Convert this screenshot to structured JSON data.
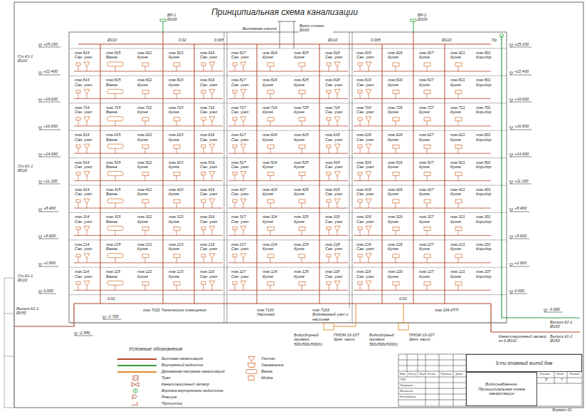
{
  "diagram": {
    "title": "Принципиальная схема канализации",
    "nodes": [
      {
        "text": [
          "9-ти этажный жилой дом"
        ]
      },
      {
        "text": [
          "Водоснабжение. Принципиальная схема канализации"
        ]
      }
    ],
    "labels": [
      "пом.914 Сан. узел",
      "пом.915 Ванна",
      "пом.922 Кухня",
      "пом.923 Кухня",
      "пом.916 Сан. узел",
      "пом.917 Сан. узел",
      "пом.924 Кухня",
      "пом.925 Кухня",
      "пом.918 Сан. узел",
      "пом.919 Сан. узел",
      "пом.926 Кухня",
      "пом.927 Кухня",
      "пом.921 Кухня",
      "пом.901 Коридор",
      "пом.814 Сан. узел",
      "пом.815 Ванна",
      "пом.822 Кухня",
      "пом.823 Кухня",
      "пом.816 Сан. узел",
      "пом.817 Сан. узел",
      "пом.824 Кухня",
      "пом.825 Кухня",
      "пом.818 Сан. узел",
      "пом.819 Сан. узел",
      "пом.826 Кухня",
      "пом.827 Кухня",
      "пом.821 Кухня",
      "пом.801 Коридор",
      "пом.714 Сан. узел",
      "пом.715 Ванна",
      "пом.722 Кухня",
      "пом.723 Кухня",
      "пом.716 Сан. узел",
      "пом.717 Сан. узел",
      "пом.724 Кухня",
      "пом.725 Кухня",
      "пом.718 Сан. узел",
      "пом.719 Сан. узел",
      "пом.726 Кухня",
      "пом.727 Кухня",
      "пом.721 Кухня",
      "пом.701 Коридор",
      "пом.614 Сан. узел",
      "пом.615 Ванна",
      "пом.622 Кухня",
      "пом.623 Кухня",
      "пом.616 Сан. узел",
      "пом.617 Сан. узел",
      "пом.624 Кухня",
      "пом.625 Кухня",
      "пом.618 Сан. узел",
      "пом.619 Сан. узел",
      "пом.626 Кухня",
      "пом.627 Кухня",
      "пом.621 Кухня",
      "пом.601 Коридор",
      "пом.514 Сан. узел",
      "пом.515 Ванна",
      "пом.522 Кухня",
      "пом.523 Кухня",
      "пом.516 Сан. узел",
      "пом.517 Сан. узел",
      "пом.524 Кухня",
      "пом.525 Кухня",
      "пом.518 Сан. узел",
      "пом.519 Сан. узел",
      "пом.526 Кухня",
      "пом.527 Кухня",
      "пом.521 Кухня",
      "пом.501 Коридор",
      "пом.414 Сан. узел",
      "пом.415 Ванна",
      "пом.422 Кухня",
      "пом.423 Кухня",
      "пом.416 Сан. узел",
      "пом.417 Сан. узел",
      "пом.424 Кухня",
      "пом.425 Кухня",
      "пом.418 Сан. узел",
      "пом.419 Сан. узел",
      "пом.426 Кухня",
      "пом.427 Кухня",
      "пом.421 Кухня",
      "пом.401 Коридор",
      "пом.314 Сан. узел",
      "пом.315 Ванна",
      "пом.322 Кухня",
      "пом.323 Кухня",
      "пом.316 Сан. узел",
      "пом.317 Сан. узел",
      "пом.324 Кухня",
      "пом.325 Кухня",
      "пом.318 Сан. узел",
      "пом.319 Сан. узел",
      "пом.326 Кухня",
      "пом.327 Кухня",
      "пом.321 Кухня",
      "пом.301 Коридор",
      "пом.214 Сан. узел",
      "пом.215 Ванна",
      "пом.222 Кухня",
      "пом.223 Кухня",
      "пом.216 Сан. узел",
      "пом.217 Сан. узел",
      "пом.224 Кухня",
      "пом.225 Кухня",
      "пом.218 Сан. узел",
      "пом.219 Сан. узел",
      "пом.226 Кухня",
      "пом.227 Кухня",
      "пом.221 Кухня",
      "пом.201 Коридор",
      "пом.114 Сан. узел",
      "пом.115 Ванна",
      "пом.122 Кухня",
      "пом.123 Кухня",
      "пом.116 Сан. узел",
      "пом.117 Сан. узел",
      "пом.124 Кухня",
      "пом.125 Кухня",
      "пом.118 Сан. узел",
      "пом.119 Сан. узел",
      "пом.126 Кухня",
      "пом.127 Кухня",
      "пом.121 Кухня",
      "пом.107 Коридор",
      "+25.200",
      "+22.400",
      "+19.600",
      "+16.800",
      "+14.000",
      "+11.200",
      "+8.400",
      "+5.600",
      "+2.800",
      "0.000",
      "-2.700",
      "-2.850",
      "+25.200",
      "+22.400",
      "+19.600",
      "+16.800",
      "+14.000",
      "+11.200",
      "+8.400",
      "+5.600",
      "+2.800",
      "0.000",
      "-3.000",
      "Ст.К1-1 Ø110",
      "Ст.К1-1 Ø110",
      "Ст.К1-1 Ø110",
      "Ø110",
      "0.02",
      "0.005",
      "Ø110",
      "0.005",
      "Ø110",
      "Пр.",
      "Вытяжная шахта",
      "Вент.стояки Ø160",
      "ВР-1 Ø100",
      "ВР-2 Ø100",
      "пом.Т102 Техническое помещение",
      "пом.Т103 Насосная",
      "пом.Т103 Водомерный узел и насосная",
      "пом.104 ИТП",
      "0.02",
      "0.02",
      "Выпуск К1-1 Ø150",
      "Выпуск К2-1 Ø100",
      "Выпуск К1-2 Ø150",
      "Канализационный затвор кл.6 Ø110",
      "Водосборный приямок 500х500х500(h)",
      "ПНОМ 10-10Т дрен. насос",
      "Водосборный приямок 500х500х500(h)",
      "ПНОМ 10-10Т дрен. насос",
      "Изм.",
      "Кол.уч",
      "Лист",
      "N док.",
      "Подпись",
      "Дата",
      "ГИП",
      "Проверил",
      "Исполнил",
      "Н.контроль",
      "Стадия",
      "Лист",
      "Листов",
      "П",
      "7",
      "Формат А2",
      "Условные обозначения"
    ],
    "legend": [
      {
        "text": "Бытовая канализация",
        "color": "#b3472a"
      },
      {
        "text": "Внутренний водосток",
        "color": "#2e9b3e"
      },
      {
        "text": "Дренажная напорная канализация",
        "color": "#e08a2c"
      },
      {
        "text": "Трап"
      },
      {
        "text": "Канализационный затвор"
      },
      {
        "text": "Воронка внутреннего водостока"
      },
      {
        "text": "Ревизия"
      },
      {
        "text": "Прочистка"
      },
      {
        "text": "Унитаз"
      },
      {
        "text": "Умывальник"
      },
      {
        "text": "Ванна"
      },
      {
        "text": "Мойка"
      }
    ]
  }
}
